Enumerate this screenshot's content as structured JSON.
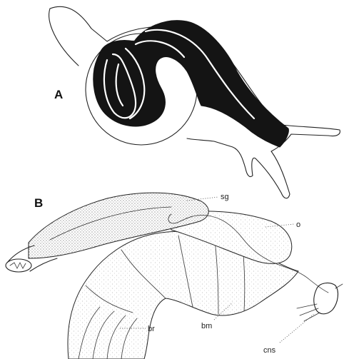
{
  "figure": {
    "panel_a": {
      "letter": "A"
    },
    "panel_b": {
      "letter": "B",
      "labels": {
        "sg": "sg",
        "o": "o",
        "bm": "bm",
        "br": "br",
        "cns": "cns"
      }
    }
  }
}
